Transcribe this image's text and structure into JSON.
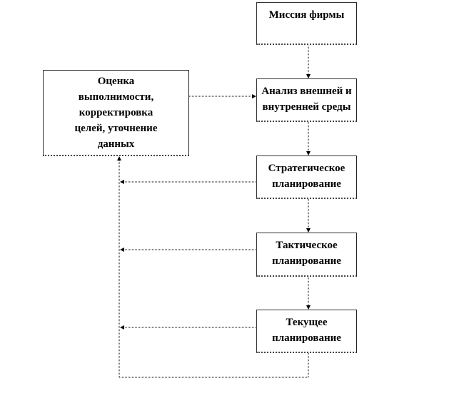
{
  "nodes": {
    "mission": {
      "lines": [
        "Миссия фирмы"
      ]
    },
    "analysis": {
      "lines": [
        "Анализ внешней и",
        "внутренней среды"
      ]
    },
    "strategic": {
      "lines": [
        "Стратегическое",
        "планирование"
      ]
    },
    "tactical": {
      "lines": [
        "Тактическое",
        "планирование"
      ]
    },
    "current": {
      "lines": [
        "Текущее",
        "планирование"
      ]
    },
    "evaluation": {
      "lines": [
        "Оценка",
        "выполнимости,",
        "корректировка",
        "целей, уточнение",
        "данных"
      ]
    }
  }
}
